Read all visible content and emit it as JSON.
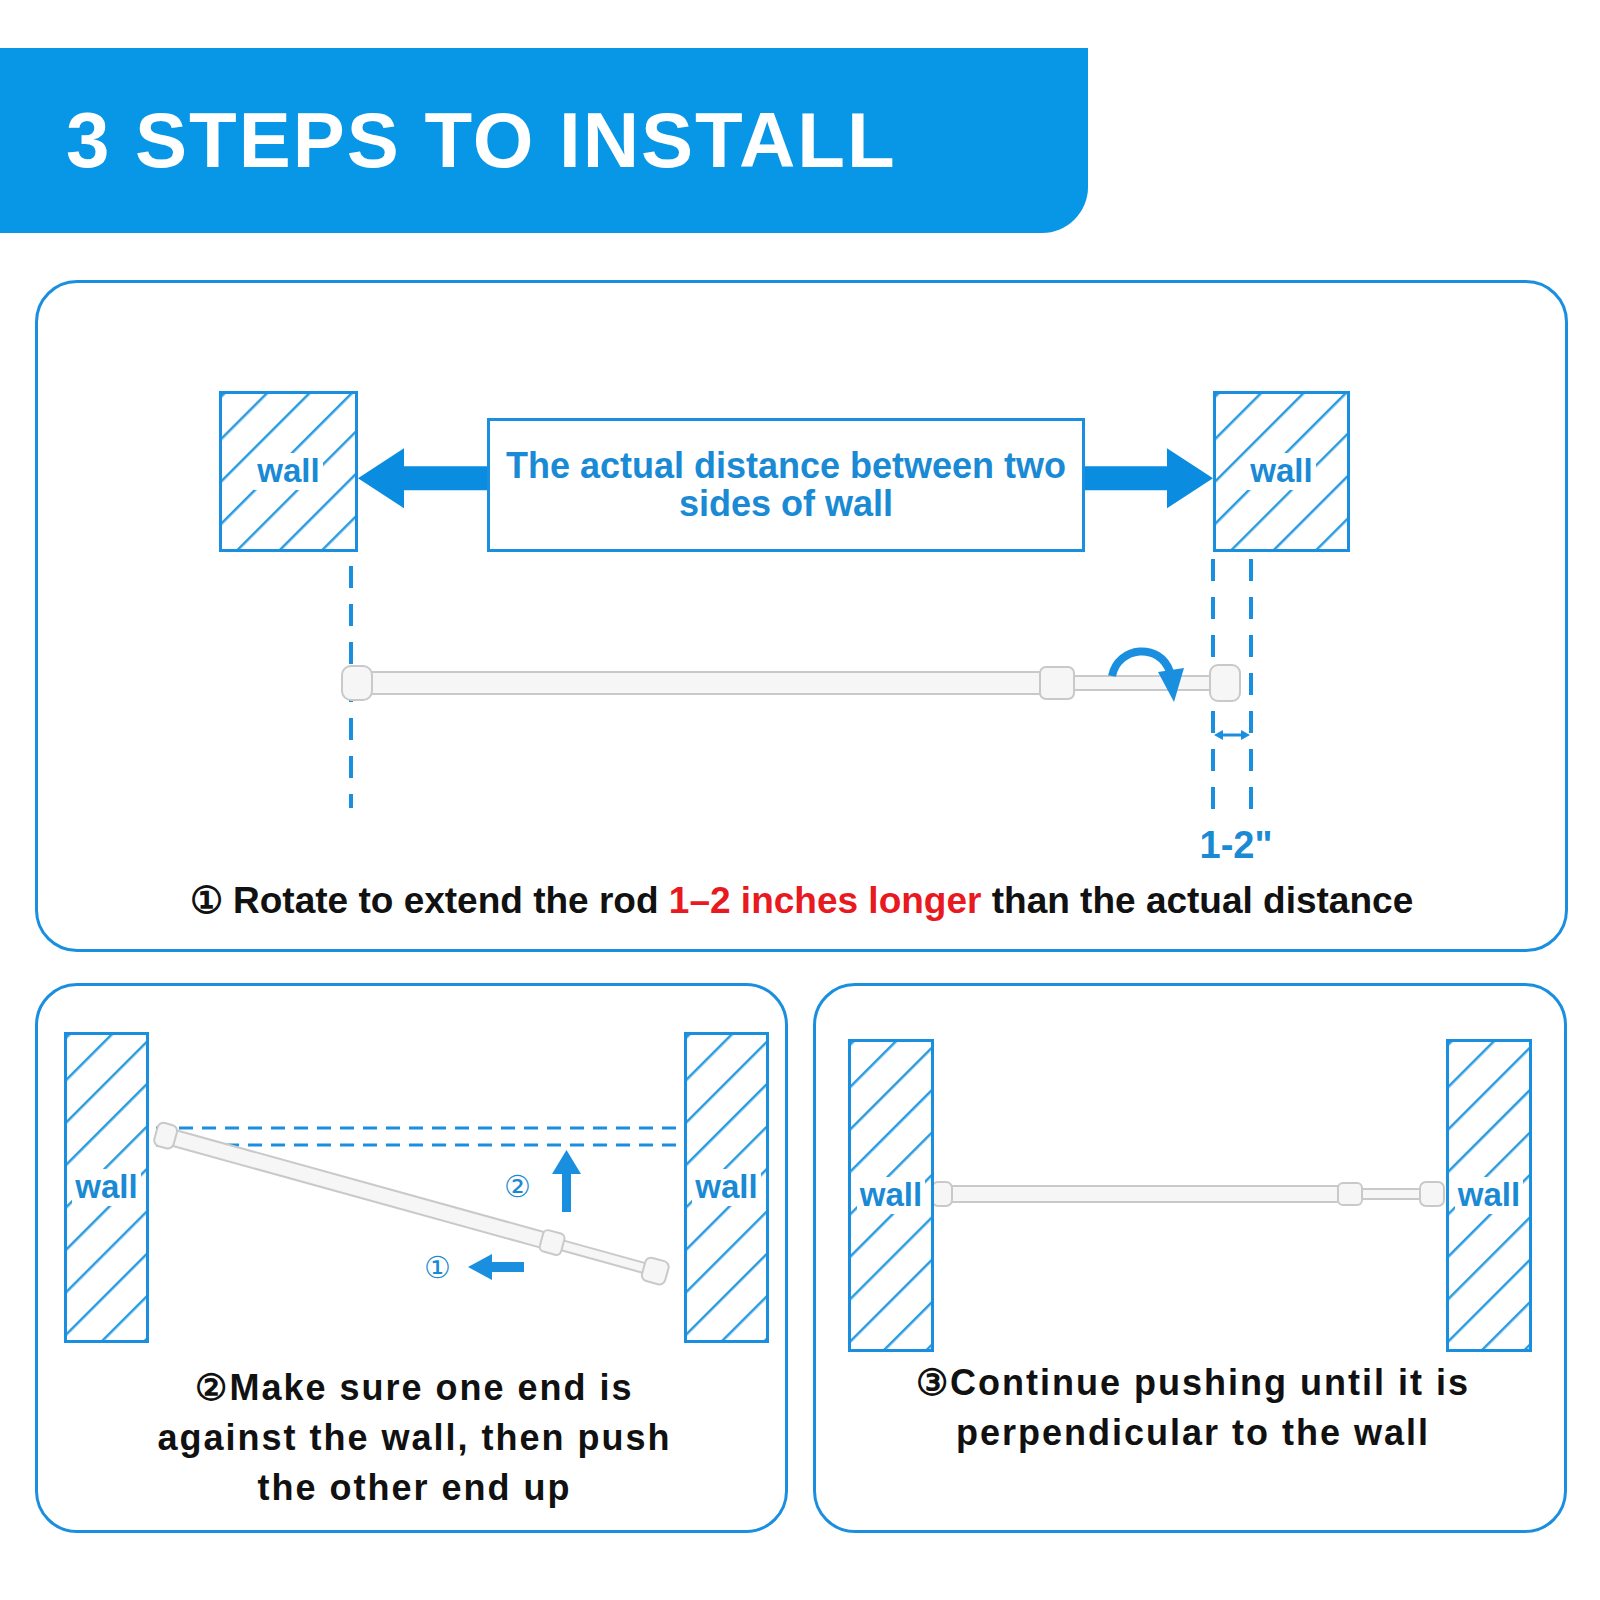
{
  "diagram": {
    "title": "3 STEPS TO INSTALL",
    "nodes": [
      {
        "text": [
          "① Rotate to extend the rod",
          "1–2 inches longer",
          "than the actual distance"
        ]
      },
      {
        "text": [
          "wall"
        ],
        "in": 0
      },
      {
        "text": [
          "The actual distance between two sides of wall"
        ],
        "in": 0
      },
      {
        "text": [
          "wall"
        ],
        "in": 0
      },
      {
        "text": [
          "②Make sure one end is against the wall, then push the other end up"
        ]
      },
      {
        "text": [
          "wall"
        ],
        "in": 4
      },
      {
        "text": [
          "wall"
        ],
        "in": 4
      },
      {
        "text": [
          "③Continue pushing until it is perpendicular to the wall"
        ]
      },
      {
        "text": [
          "wall"
        ],
        "in": 7
      },
      {
        "text": [
          "wall"
        ],
        "in": 7
      }
    ],
    "edges": [
      {
        "from": 2,
        "to": 1,
        "arrow": "to"
      },
      {
        "from": 2,
        "to": 3,
        "arrow": "to"
      }
    ],
    "labels": [
      "1-2\"",
      "②",
      "①"
    ]
  }
}
